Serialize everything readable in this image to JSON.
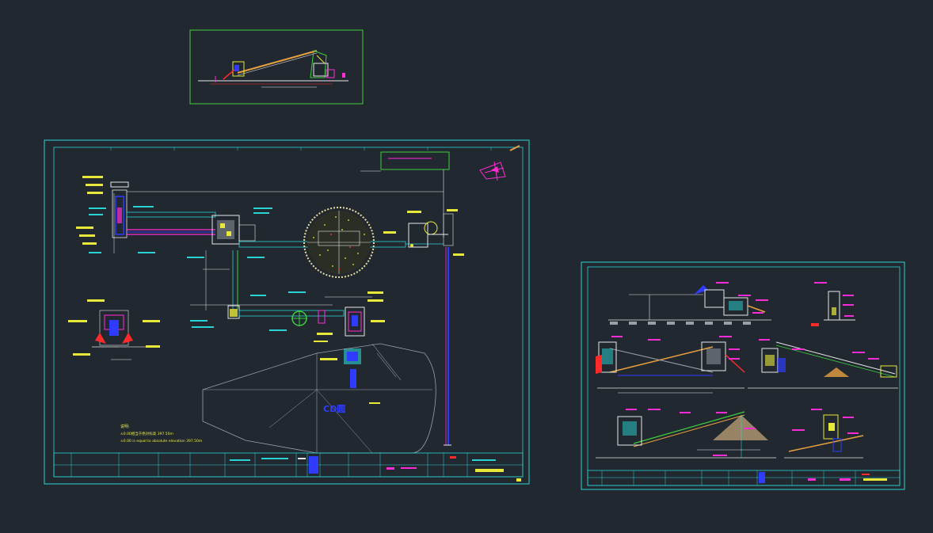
{
  "app": {
    "title": ""
  },
  "colors": {
    "background": "#212830",
    "frame": "#2ad4d4",
    "green": "#3ecf3e",
    "yellow": "#e8e83a",
    "magenta": "#ff2bd6",
    "blue": "#2f3cff",
    "red": "#ff2a2a",
    "white": "#e6e6e6",
    "grey": "#9aa0a6",
    "orange": "#e8a040"
  },
  "sheets": [
    {
      "id": "thumbnail-sheet",
      "kind": "elevation-overview"
    },
    {
      "id": "main-sheet",
      "kind": "plan-layout"
    },
    {
      "id": "side-sheet",
      "kind": "sections"
    }
  ],
  "main_sheet": {
    "tank_label": "CD圆",
    "notes": [
      "说明:",
      "±0.00相当于绝对标高 397.50m",
      "±0.00 is equal to absolute elevation 397.50m"
    ]
  }
}
